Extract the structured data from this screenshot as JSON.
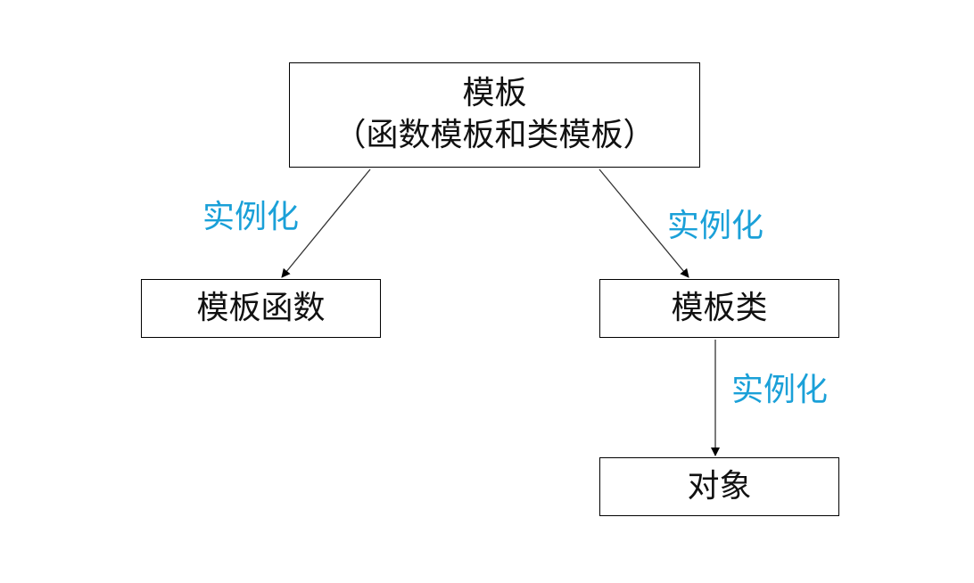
{
  "nodes": {
    "root": {
      "line1": "模板",
      "line2": "（函数模板和类模板）"
    },
    "function_template": {
      "label": "模板函数"
    },
    "class_template": {
      "label": "模板类"
    },
    "object": {
      "label": "对象"
    }
  },
  "edges": [
    {
      "from": "root",
      "to": "function_template",
      "label": "实例化"
    },
    {
      "from": "root",
      "to": "class_template",
      "label": "实例化"
    },
    {
      "from": "class_template",
      "to": "object",
      "label": "实例化"
    }
  ],
  "colors": {
    "edge_label": "#1aa0d8",
    "border": "#000000",
    "text": "#111111"
  }
}
